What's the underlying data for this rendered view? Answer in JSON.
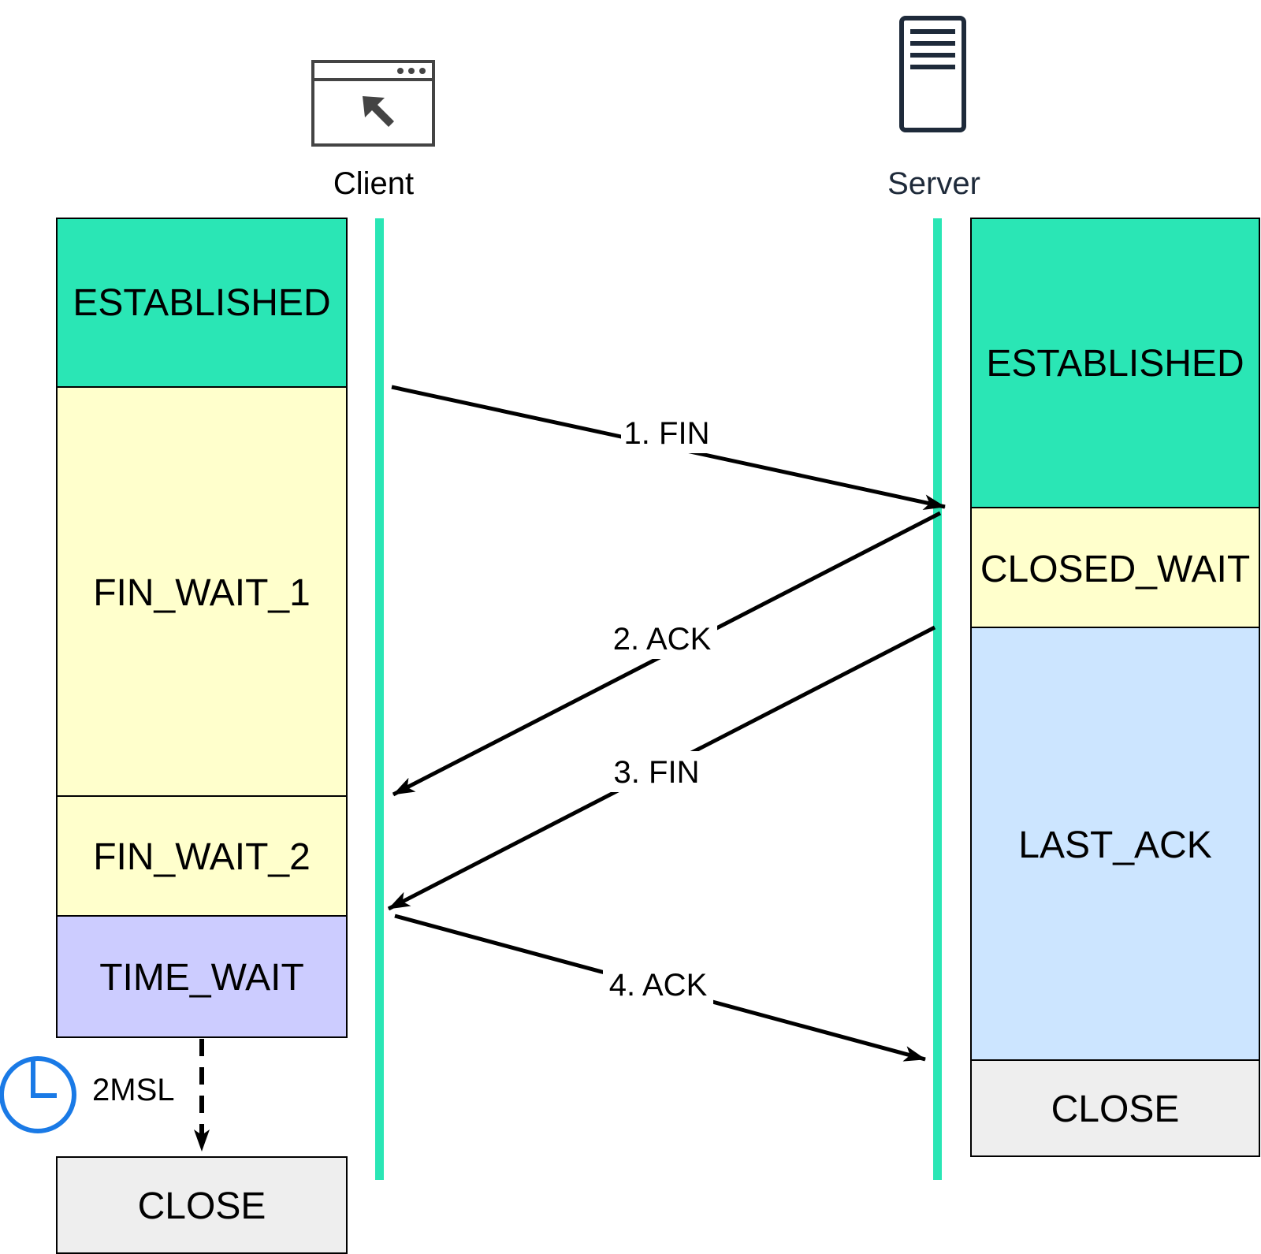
{
  "actors": {
    "client": {
      "label": "Client",
      "icon": "browser-window-icon"
    },
    "server": {
      "label": "Server",
      "icon": "server-tower-icon"
    }
  },
  "client_states": {
    "established": "ESTABLISHED",
    "fin_wait_1": "FIN_WAIT_1",
    "fin_wait_2": "FIN_WAIT_2",
    "time_wait": "TIME_WAIT",
    "close": "CLOSE"
  },
  "server_states": {
    "established": "ESTABLISHED",
    "closed_wait": "CLOSED_WAIT",
    "last_ack": "LAST_ACK",
    "close": "CLOSE"
  },
  "messages": {
    "m1": "1. FIN",
    "m2": "2. ACK",
    "m3": "3. FIN",
    "m4": "4. ACK"
  },
  "timer": {
    "label": "2MSL",
    "icon": "clock-icon"
  },
  "colors": {
    "established": "#2ae6b5",
    "wait_yellow": "#ffffcc",
    "time_wait": "#ccccff",
    "last_ack": "#cce5ff",
    "close": "#eeeeee",
    "lifeline": "#2ae6b5",
    "clock": "#1a7ae6",
    "stroke": "#000000",
    "icon_stroke": "#444444",
    "server_icon": "#1e2a3a"
  }
}
